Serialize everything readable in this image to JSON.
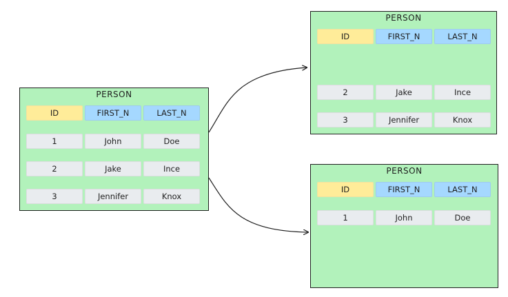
{
  "tables": [
    {
      "title": "PERSON",
      "headers": [
        "ID",
        "FIRST_N",
        "LAST_N"
      ],
      "rows": [
        [
          "1",
          "John",
          "Doe"
        ],
        [
          "2",
          "Jake",
          "Ince"
        ],
        [
          "3",
          "Jennifer",
          "Knox"
        ]
      ]
    },
    {
      "title": "PERSON",
      "headers": [
        "ID",
        "FIRST_N",
        "LAST_N"
      ],
      "rows": [
        [
          "2",
          "Jake",
          "Ince"
        ],
        [
          "3",
          "Jennifer",
          "Knox"
        ]
      ]
    },
    {
      "title": "PERSON",
      "headers": [
        "ID",
        "FIRST_N",
        "LAST_N"
      ],
      "rows": [
        [
          "1",
          "John",
          "Doe"
        ]
      ]
    }
  ],
  "colors": {
    "table_background": "#b2f2bb",
    "id_header": "#ffec99",
    "name_header": "#a5d8ff",
    "data_cell": "#e9ecef",
    "stroke": "#1e1e1e"
  }
}
